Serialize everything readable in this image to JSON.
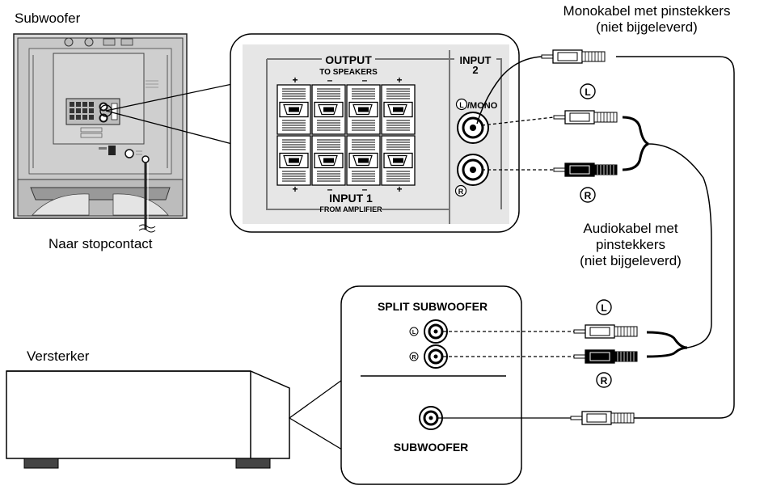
{
  "labels": {
    "subwoofer": "Subwoofer",
    "power_outlet": "Naar stopcontact",
    "amplifier": "Versterker",
    "mono_cable_line1": "Monokabel met pinstekkers",
    "mono_cable_line2": "(niet bijgeleverd)",
    "audio_cable_line1": "Audiokabel met",
    "audio_cable_line2": "pinstekkers",
    "audio_cable_line3": "(niet bijgeleverd)"
  },
  "sub_panel": {
    "output": "OUTPUT",
    "to_speakers": "TO SPEAKERS",
    "input1": "INPUT 1",
    "from_amplifier": "FROM AMPLIFIER",
    "input2_line1": "INPUT",
    "input2_line2": "2",
    "l_mono": "/MONO",
    "plus": "+",
    "minus": "–"
  },
  "amp_panel": {
    "split_subwoofer": "SPLIT SUBWOOFER",
    "subwoofer": "SUBWOOFER"
  },
  "channel_letters": {
    "left": "L",
    "right": "R"
  }
}
